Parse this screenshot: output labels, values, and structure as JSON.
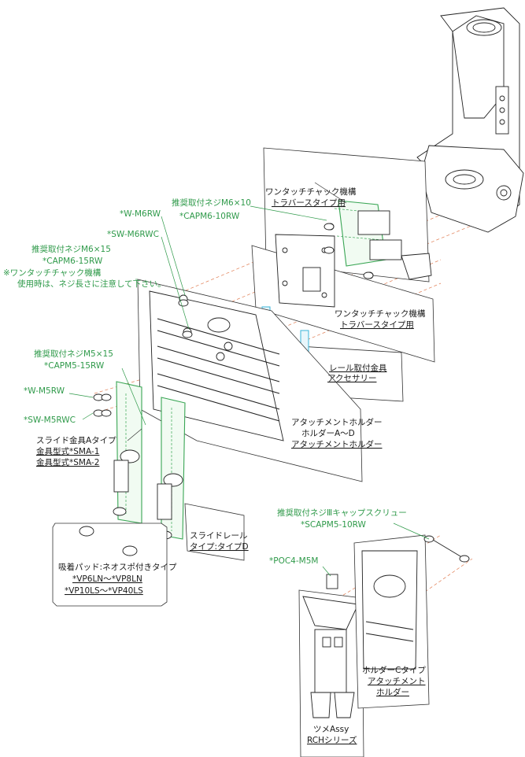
{
  "labels": {
    "one_touch_top_1": "ワンタッチチャック機構",
    "one_touch_top_2": "トラバースタイプ用",
    "rec_screw_m6x10": "推奨取付ネジM6×10",
    "capm6_10rw": "*CAPM6-10RW",
    "w_m6rw": "*W-M6RW",
    "sw_m6rwc": "*SW-M6RWC",
    "rec_screw_m6x15": "推奨取付ネジM6×15",
    "capm6_15rw": "*CAPM6-15RW",
    "one_touch_note_1": "※ワンタッチチャック機構",
    "one_touch_note_2": "使用時は、ネジ長さに注意して下さい。",
    "one_touch_mid_1": "ワンタッチチャック機構",
    "one_touch_mid_2": "トラバースタイプ用",
    "rail_bracket_1": "レール取付金具",
    "rail_bracket_2": "アクセサリー",
    "rec_screw_m5x15": "推奨取付ネジM5×15",
    "capm5_15rw": "*CAPM5-15RW",
    "w_m5rw": "*W-M5RW",
    "sw_m5rwc": "*SW-M5RWC",
    "slide_a_1": "スライド金具Aタイプ",
    "slide_a_2": "金具型式*SMA-1",
    "slide_a_3": "金具型式*SMA-2",
    "attach_holder_1": "アタッチメントホルダー",
    "attach_holder_2": "ホルダーA～D",
    "attach_holder_3": "アタッチメントホルダー",
    "slide_rail_1": "スライドレール",
    "slide_rail_2": "タイプ:タイプD",
    "vacuum_pad_1": "吸着パッド:ネオスポ付きタイプ",
    "vacuum_pad_2": "*VP6LN～*VP8LN",
    "vacuum_pad_3": "*VP10LS～*VP40LS",
    "rec_screw_cap": "推奨取付ネジⅢキャップスクリュー",
    "scapm5_10rw": "*SCAPM5-10RW",
    "poc4_m5m": "*POC4-M5M",
    "holder_c_1": "ホルダーCタイプ",
    "holder_c_2": "アタッチメント",
    "holder_c_3": "ホルダー",
    "claw_1": "ツメAssy",
    "claw_2": "RCHシリーズ"
  }
}
